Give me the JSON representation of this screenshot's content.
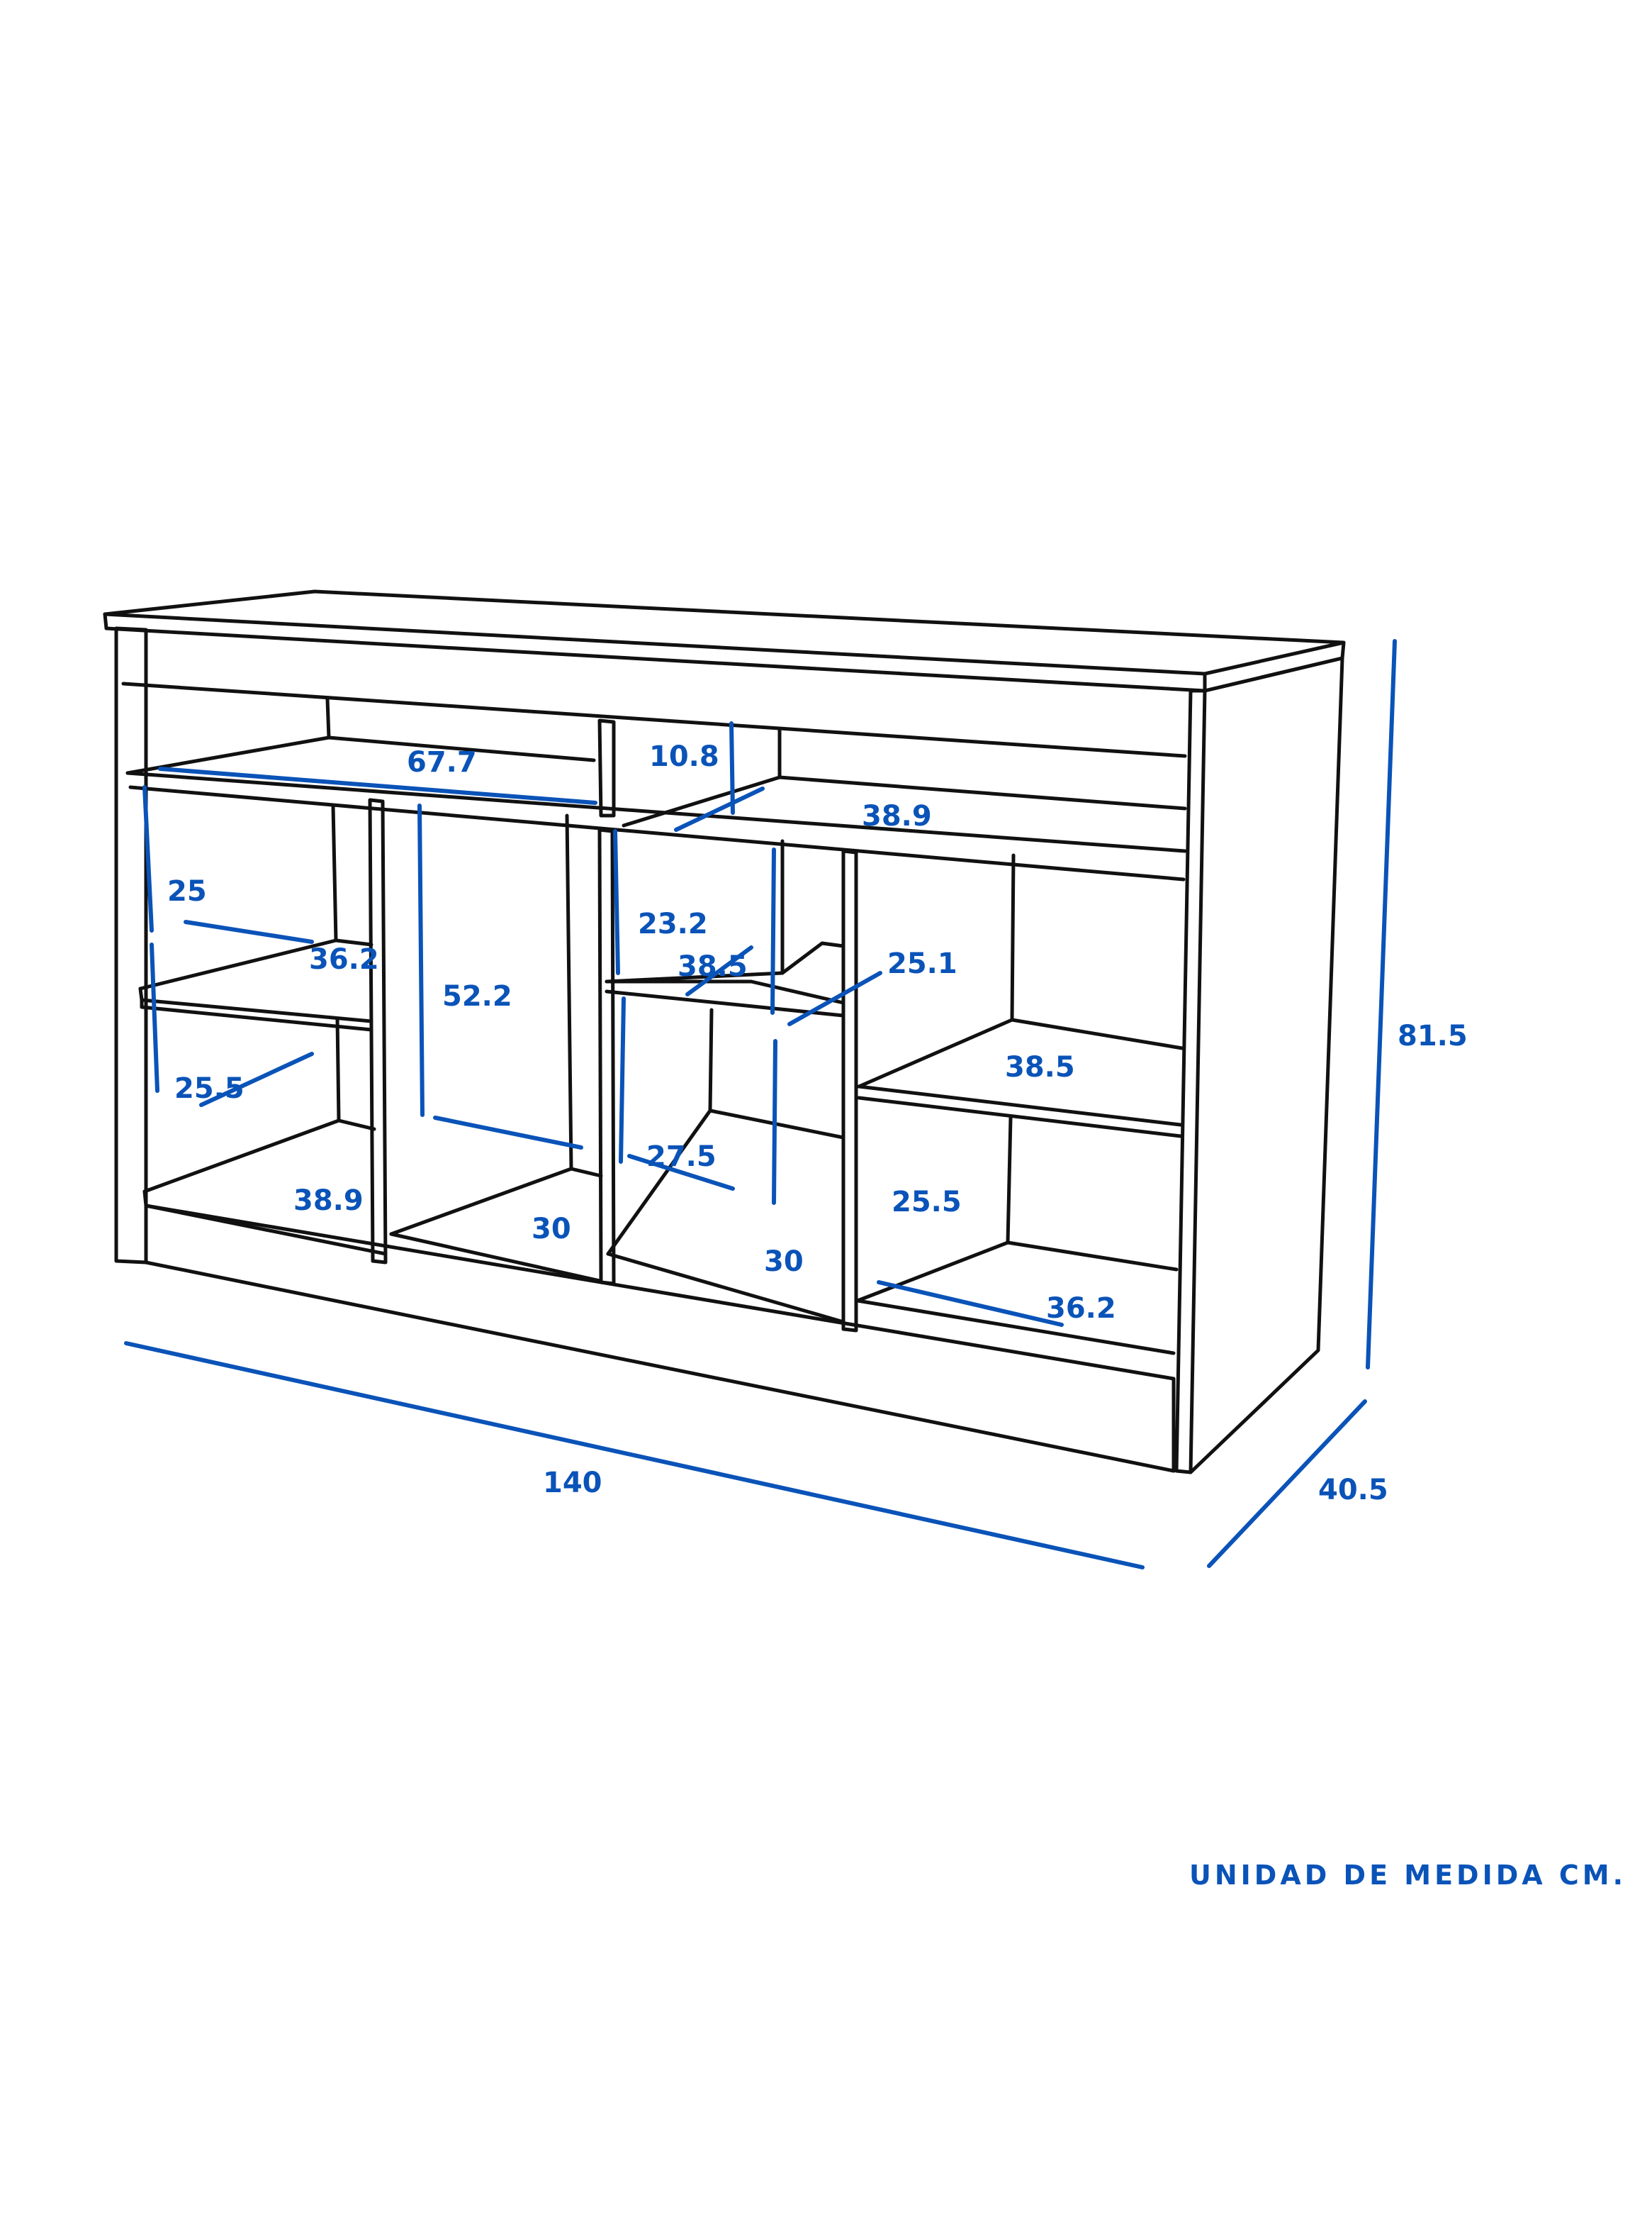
{
  "drawing": {
    "subject": "Mueble / aparador con repisas abiertas",
    "line_color": "#111111",
    "dimension_color": "#0a53b8",
    "background": "#ffffff"
  },
  "dimensions": {
    "overall_width": "140",
    "overall_height": "81.5",
    "overall_depth": "40.5",
    "top_left_shelf_width": "67.7",
    "top_right_compartment_height": "10.8",
    "top_right_shelf_depth": "38.9",
    "col1_upper_height": "25",
    "col1_upper_shelf_depth": "36.2",
    "col1_lower_height": "25.5",
    "col1_lower_shelf_depth": "38.9",
    "col2_height": "52.2",
    "col2_bottom_width": "30",
    "col3_upper_height": "23.2",
    "col3_shelf_depth": "38.5",
    "col3_lower_height": "27.5",
    "col3_bottom_width": "30",
    "col4_upper_height": "25.1",
    "col4_shelf_depth": "38.5",
    "col4_lower_height": "25.5",
    "col4_bottom_width": "36.2"
  },
  "footer": {
    "unit_note": "UNIDAD DE MEDIDA CM."
  }
}
